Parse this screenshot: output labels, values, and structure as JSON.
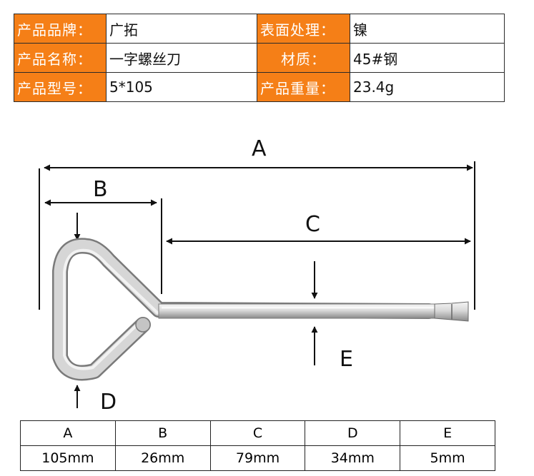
{
  "spec": {
    "rows": [
      {
        "label1": "产品品牌：",
        "value1": "广拓",
        "label2": "表面处理：",
        "value2": "镍"
      },
      {
        "label1": "产品名称：",
        "value1": "一字螺丝刀",
        "label2": "材质：",
        "value2": "45#钢"
      },
      {
        "label1": "产品型号：",
        "value1": "5*105",
        "label2": "产品重量：",
        "value2": "23.4g"
      }
    ]
  },
  "diagram": {
    "labels": {
      "A": "A",
      "B": "B",
      "C": "C",
      "D": "D",
      "E": "E"
    }
  },
  "dimensions": {
    "headers": [
      "A",
      "B",
      "C",
      "D",
      "E"
    ],
    "values": [
      "105mm",
      "26mm",
      "79mm",
      "34mm",
      "5mm"
    ]
  },
  "colors": {
    "label_bg": "#f57f17",
    "label_text": "#ffffff",
    "line": "#111111"
  }
}
